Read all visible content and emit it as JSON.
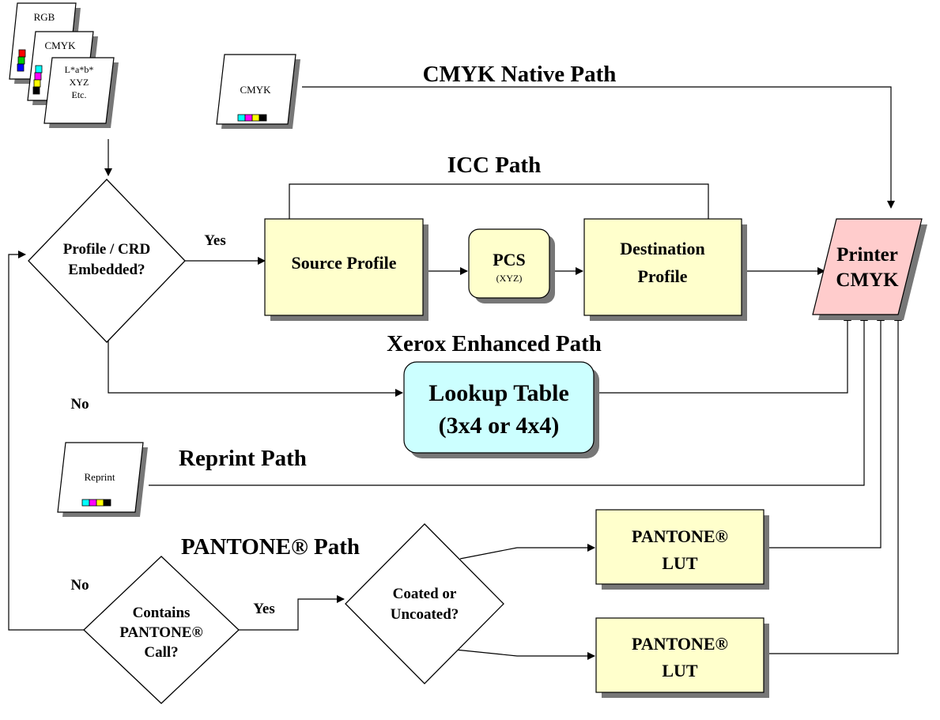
{
  "documents": {
    "stack": {
      "rgb": "RGB",
      "cmyk": "CMYK",
      "other_line1": "L*a*b*",
      "other_line2": "XYZ",
      "other_line3": "Etc."
    },
    "native_doc": "CMYK",
    "reprint_doc": "Reprint"
  },
  "path_titles": {
    "cmyk_native": "CMYK Native Path",
    "icc": "ICC Path",
    "xerox": "Xerox Enhanced Path",
    "reprint": "Reprint Path",
    "pantone": "PANTONE® Path"
  },
  "decisions": {
    "profile_line1": "Profile / CRD",
    "profile_line2": "Embedded?",
    "pantone_line1": "Contains",
    "pantone_line2": "PANTONE®",
    "pantone_line3": "Call?",
    "coated_line1": "Coated or",
    "coated_line2": "Uncoated?"
  },
  "edge_labels": {
    "yes_profile": "Yes",
    "no_profile": "No",
    "no_pantone": "No",
    "yes_pantone": "Yes"
  },
  "boxes": {
    "source_profile": "Source Profile",
    "pcs": "PCS",
    "pcs_sub": "(XYZ)",
    "dest_line1": "Destination",
    "dest_line2": "Profile",
    "lookup_line1": "Lookup Table",
    "lookup_line2": "(3x4 or 4x4)",
    "pantone_lut1_line1": "PANTONE®",
    "pantone_lut1_line2": "LUT",
    "pantone_lut2_line1": "PANTONE®",
    "pantone_lut2_line2": "LUT",
    "printer_line1": "Printer",
    "printer_line2": "CMYK"
  },
  "colors": {
    "process_box": "#ffffcc",
    "lookup_box": "#ccffff",
    "printer_box": "#ffcccc",
    "cyan": "#00ffff",
    "magenta": "#ff00ff",
    "yellow": "#ffff00",
    "black": "#000000",
    "red": "#ff0000",
    "green": "#00cc00",
    "blue": "#0000ff"
  }
}
